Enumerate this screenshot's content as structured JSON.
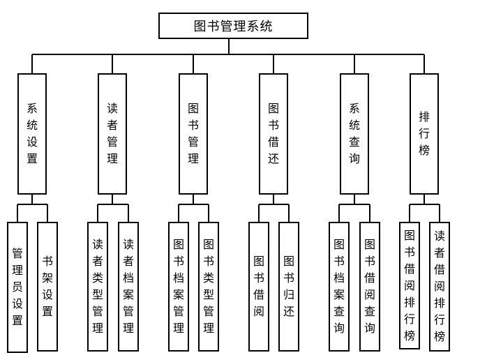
{
  "root": "图书管理系统",
  "modules": [
    {
      "label": "系统设置",
      "children": [
        "管理员设置",
        "书架设置"
      ]
    },
    {
      "label": "读者管理",
      "children": [
        "读者类型管理",
        "读者档案管理"
      ]
    },
    {
      "label": "图书管理",
      "children": [
        "图书档案管理",
        "图书类型管理"
      ]
    },
    {
      "label": "图书借还",
      "children": [
        "图书借阅",
        "图书归还"
      ]
    },
    {
      "label": "系统查询",
      "children": [
        "图书档案查询",
        "图书借阅查询"
      ]
    },
    {
      "label": "排行榜",
      "children": [
        "图书借阅排行榜",
        "读者借阅排行榜"
      ]
    }
  ],
  "colors": {
    "line": "#000000",
    "box_border": "#000000",
    "background": "#ffffff"
  }
}
